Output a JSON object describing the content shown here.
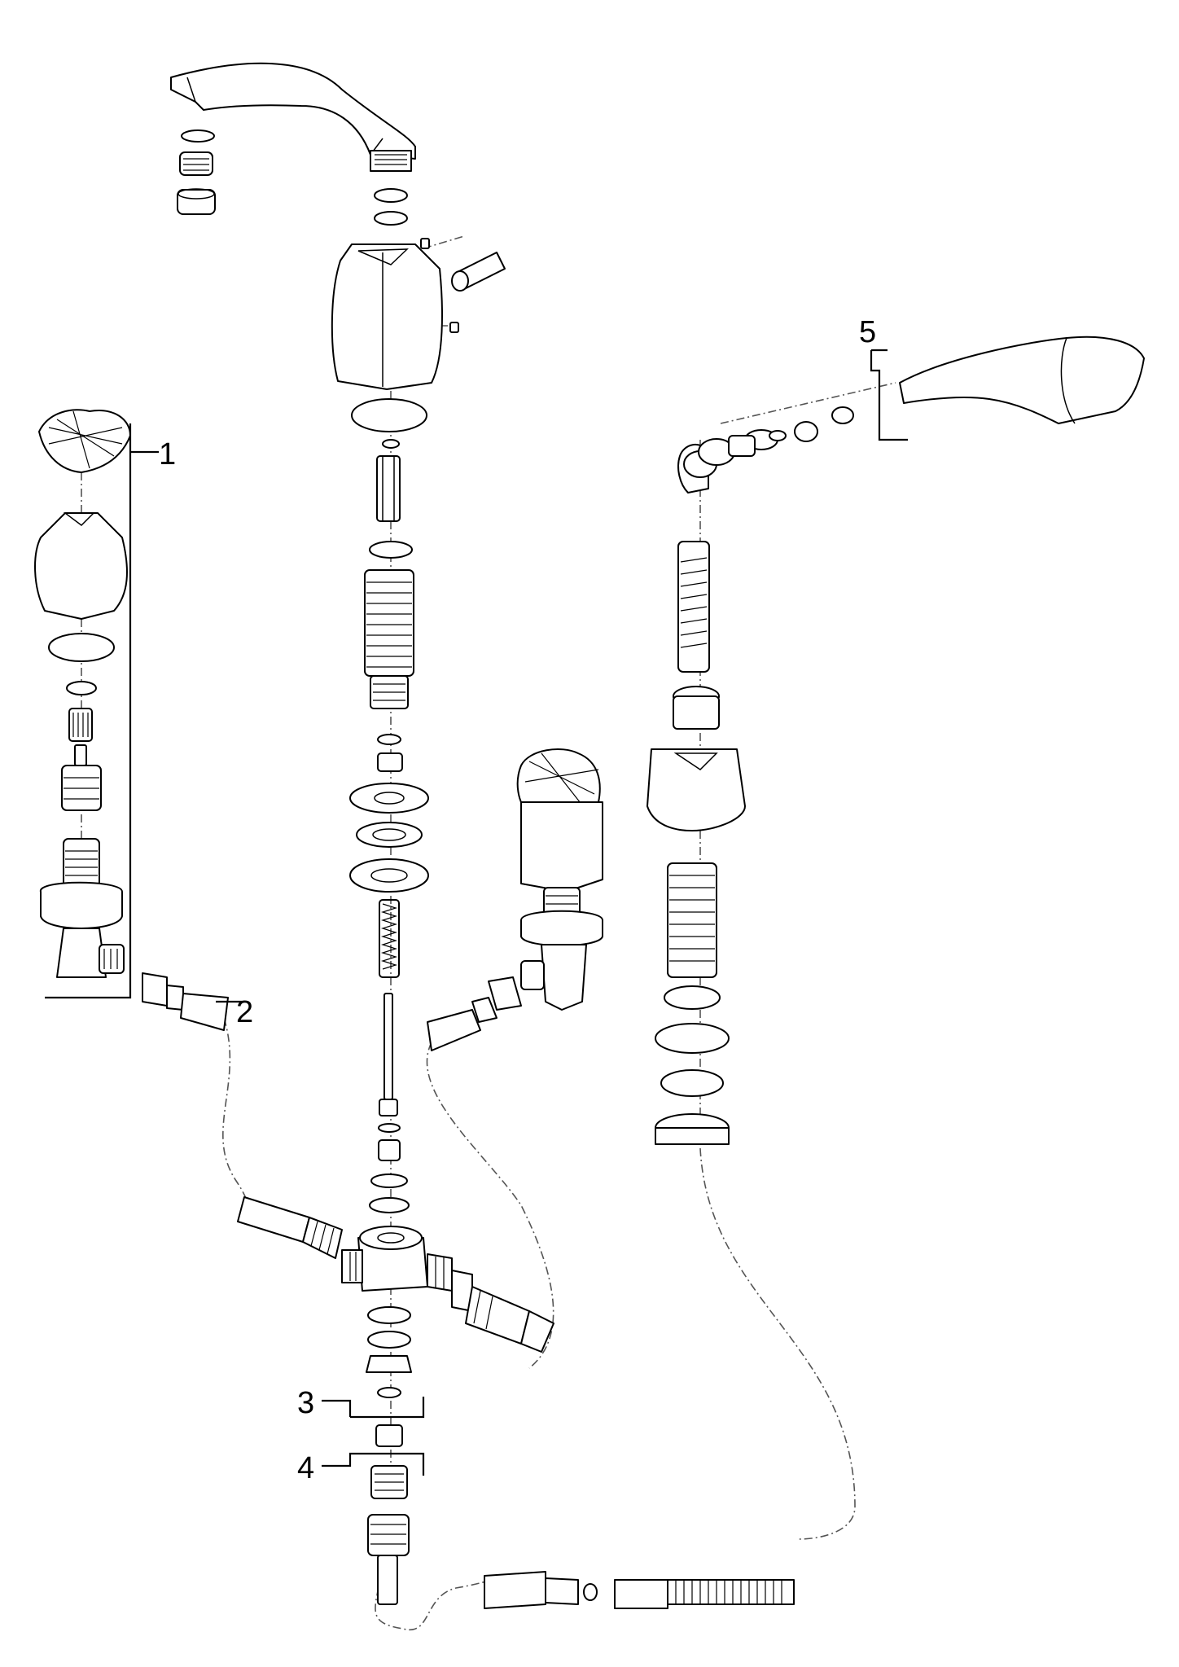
{
  "diagram": {
    "type": "exploded-view",
    "callouts": [
      {
        "id": "1",
        "label": "1"
      },
      {
        "id": "2",
        "label": "2"
      },
      {
        "id": "3",
        "label": "3"
      },
      {
        "id": "4",
        "label": "4"
      },
      {
        "id": "5",
        "label": "5"
      }
    ],
    "line_color": "#000000",
    "background": "#ffffff"
  }
}
